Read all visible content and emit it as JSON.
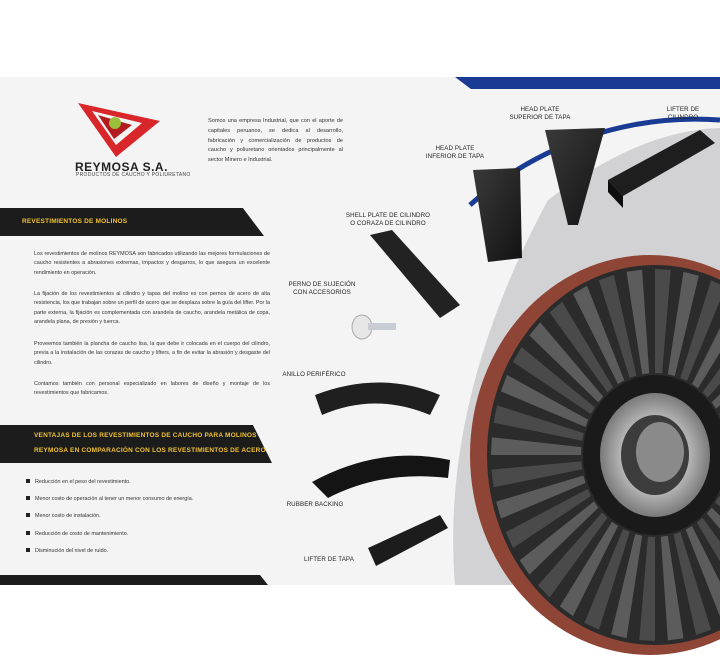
{
  "company": {
    "name": "REYMOSA S.A.",
    "tagline": "PRODUCTOS DE CAUCHO Y POLIURETANO",
    "intro": "Somos una empresa Industrial, que con el aporte de capitales peruanos, se dedica al desarrollo, fabricación y comercialización de productos de caucho y poliuretano orientados principalmente al sector Minero e Industrial."
  },
  "section1": {
    "title": "REVESTIMIENTOS DE MOLINOS",
    "paragraphs": [
      "Los revestimientos de molinos REYMOSA son fabricados utilizando las mejores formulaciones de caucho resistentes a abrasiones extremas, impactos y desgarros, lo que asegura un excelente rendimiento en operación.",
      "La fijación de los revestimientos al cilindro y tapas del molino es con pernos de acero de alta resistencia, los que trabajan sobre un perfil de acero que se desplaza sobre la guía del lifter. Por la parte externa, la fijación es complementada con arandela de caucho, arandela metálica de copa, arandela plana, de presión y tuerca.",
      "Proveemos también la plancha de caucho lisa, la que debe ir colocada en el cuerpo del cilindro, previa a la instalación de las corazas de caucho y lifters, a fin de evitar la abrasión y desgaste del cilindro.",
      "Contamos también con personal especializado en labores de diseño y montaje de los revestimientos que fabricamos."
    ]
  },
  "section2": {
    "title_line1": "VENTAJAS DE LOS REVESTIMIENTOS DE CAUCHO PARA MOLINOS",
    "title_line2": "REYMOSA EN COMPARACIÓN CON LOS REVESTIMIENTOS DE ACERO",
    "bullets": [
      "Reducción en el peso del revestimiento.",
      "Menor costo de operación al tener un menor consumo de energía.",
      "Menor costo de instalación.",
      "Reducción de costo de mantenimiento.",
      "Disminución del nivel de ruido."
    ]
  },
  "labels": {
    "head_plate_sup": [
      "HEAD PLATE",
      "SUPERIOR DE TAPA"
    ],
    "lifter_cil": [
      "LIFTER DE",
      "CILINDRO"
    ],
    "head_plate_inf": [
      "HEAD PLATE",
      "INFERIOR DE TAPA"
    ],
    "shell_plate": [
      "SHELL PLATE DE CILINDRO",
      "O CORAZA DE CILINDRO"
    ],
    "perno": [
      "PERNO DE SUJECIÓN",
      "CON ACCESORIOS"
    ],
    "anillo": [
      "ANILLO PERIFÉRICO"
    ],
    "rubber": [
      "RUBBER BACKING"
    ],
    "lifter_tapa": [
      "LIFTER DE TAPA"
    ]
  },
  "colors": {
    "accent_yellow": "#f2c230",
    "band_dark": "#1c1c1c",
    "blue": "#1a3b93",
    "logo_red": "#d8262a",
    "mill_copper": "#9a4a3a"
  }
}
